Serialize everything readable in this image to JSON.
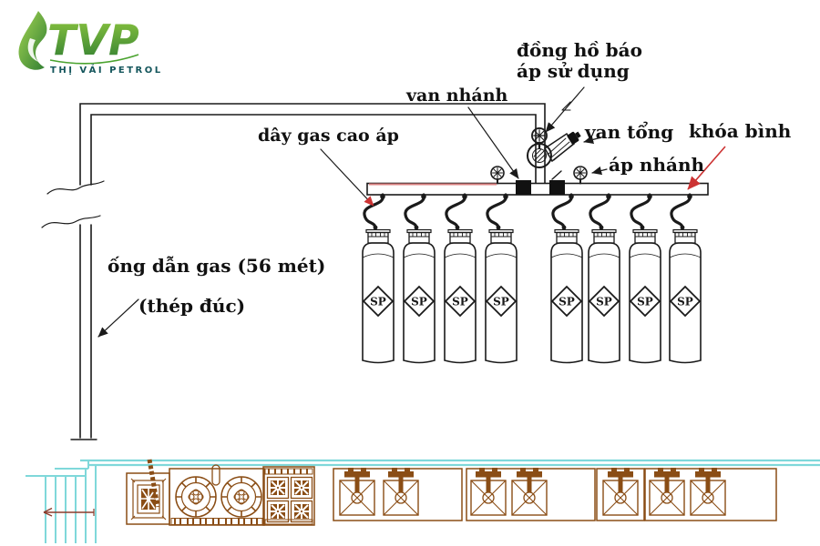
{
  "logo": {
    "monogram": "TVP",
    "company": "THỊ VẢI PETROL"
  },
  "labels": {
    "usage_gauge_line1": "đồng hồ báo",
    "usage_gauge_line2": "áp sử dụng",
    "branch_valve": "van nhánh",
    "main_valve": "van tổng",
    "cylinder_lock": "khóa bình",
    "branch_gauge": "áp nhánh",
    "high_pressure_hose": "dây gas cao áp",
    "gas_pipe": "ống dẫn gas (56 mét)",
    "gas_pipe_material": "(thép đúc)"
  },
  "cylinders": {
    "count": 8,
    "label": "SP"
  },
  "colors": {
    "line_black": "#1a1a1a",
    "kitchen_brown": "#8a4d15",
    "utility_cyan": "#7fd8da",
    "arrow_red": "#cc3333",
    "manifold_red": "#d98080",
    "stairs_red": "#8a3c2c",
    "logo_green_light": "#8dc63f",
    "logo_green_dark": "#2e7d32",
    "logo_text_teal": "#14565c"
  }
}
